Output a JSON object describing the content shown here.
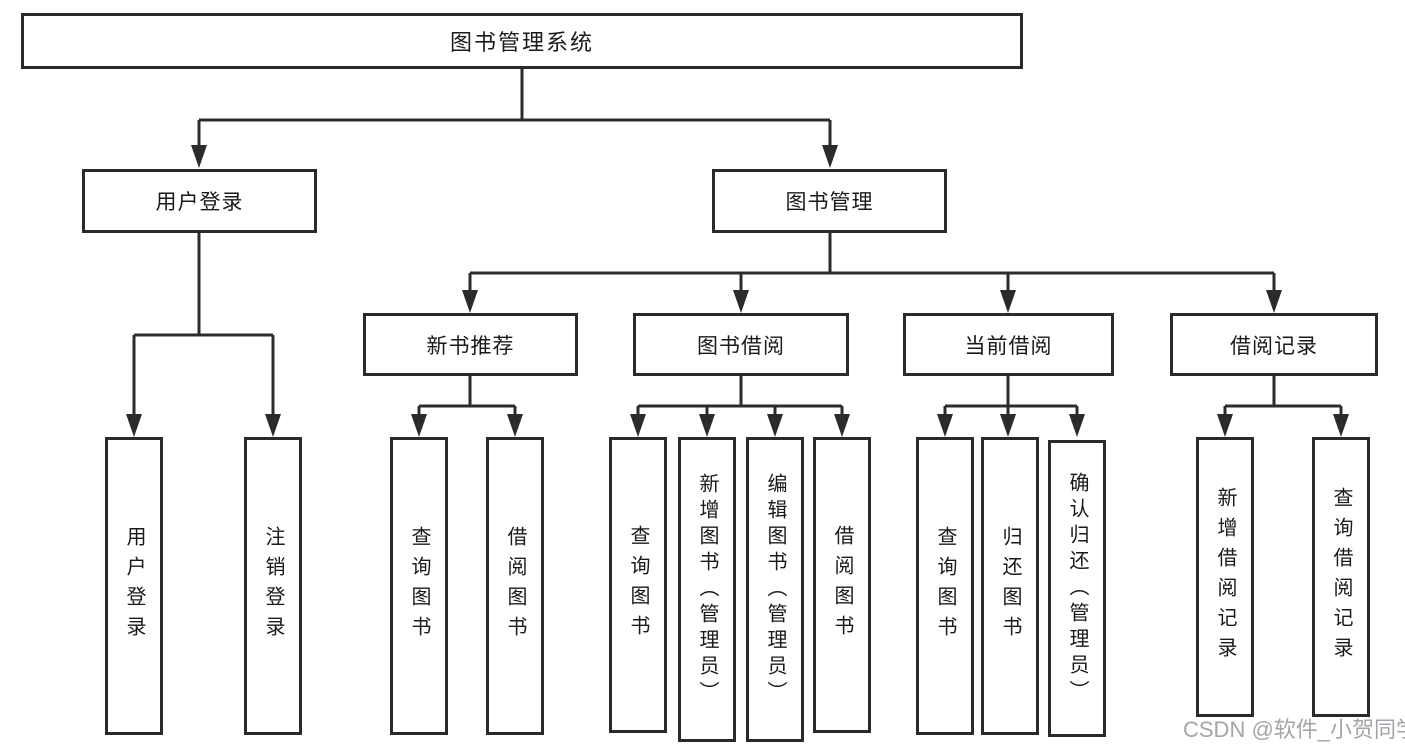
{
  "nodes": {
    "root": "图书管理系统",
    "l2": [
      "用户登录",
      "图书管理"
    ],
    "l3": [
      "新书推荐",
      "图书借阅",
      "当前借阅",
      "借阅记录"
    ],
    "l4": [
      "用户登录",
      "注销登录",
      "查询图书",
      "借阅图书",
      "查询图书",
      "新增图书（管理员）",
      "编辑图书（管理员）",
      "借阅图书",
      "查询图书",
      "归还图书",
      "确认归还（管理员）",
      "新增借阅记录",
      "查询借阅记录"
    ]
  },
  "hierarchy": {
    "图书管理系统": [
      "用户登录",
      "图书管理"
    ],
    "用户登录": [
      "用户登录",
      "注销登录"
    ],
    "图书管理": [
      "新书推荐",
      "图书借阅",
      "当前借阅",
      "借阅记录"
    ],
    "新书推荐": [
      "查询图书",
      "借阅图书"
    ],
    "图书借阅": [
      "查询图书",
      "新增图书（管理员）",
      "编辑图书（管理员）",
      "借阅图书"
    ],
    "当前借阅": [
      "查询图书",
      "归还图书",
      "确认归还（管理员）"
    ],
    "借阅记录": [
      "新增借阅记录",
      "查询借阅记录"
    ]
  },
  "watermark": "CSDN @软件_小贺同学",
  "colors": {
    "line": "#2b2b2b",
    "box_border": "#2a2a2a",
    "text": "#1a1a1a",
    "watermark": "#9b9ba1",
    "background": "#ffffff"
  }
}
